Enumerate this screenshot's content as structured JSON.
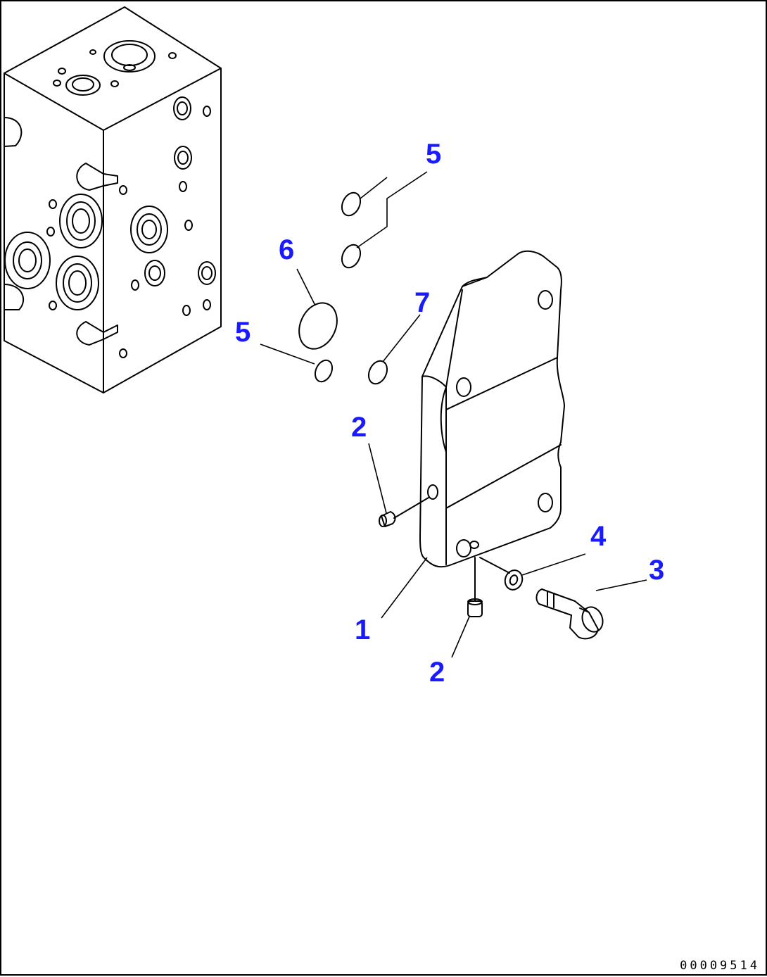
{
  "callouts": {
    "c1": "1",
    "c2a": "2",
    "c2b": "2",
    "c3": "3",
    "c4": "4",
    "c5a": "5",
    "c5b": "5",
    "c6": "6",
    "c7": "7"
  },
  "drawing_number": "00009514",
  "colors": {
    "callout": "#1a1aff",
    "line": "#000000"
  }
}
